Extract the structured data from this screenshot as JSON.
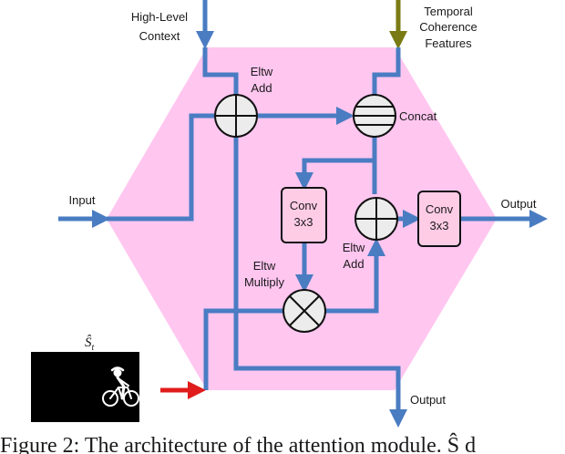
{
  "colors": {
    "hexagon": "#ffc6f0",
    "wire": "#4a7cc2",
    "temporal_arrow": "#7a7a14",
    "red_arrow": "#e01c1c",
    "node_fill": "#ececec"
  },
  "inputs": {
    "high_level": [
      "High-Level",
      "Context"
    ],
    "temporal": [
      "Temporal",
      "Coherence",
      "Features"
    ],
    "input": "Input"
  },
  "ops": {
    "eltw_add_top": [
      "Eltw",
      "Add"
    ],
    "concat": "Concat",
    "conv_left": [
      "Conv",
      "3x3"
    ],
    "conv_right": [
      "Conv",
      "3x3"
    ],
    "eltw_add_mid": [
      "Eltw",
      "Add"
    ],
    "eltw_multiply": [
      "Eltw",
      "Multiply"
    ]
  },
  "outputs": {
    "right": "Output",
    "bottom": "Output"
  },
  "mask": {
    "label": "Ŝ",
    "subscript": "t"
  },
  "caption": "Figure 2: The architecture of the attention module.  Ŝ  d",
  "icons": {
    "add": "circle-plus-icon",
    "concat": "circle-lines-icon",
    "multiply": "circle-x-icon",
    "cyclist": "cyclist-silhouette-icon"
  }
}
